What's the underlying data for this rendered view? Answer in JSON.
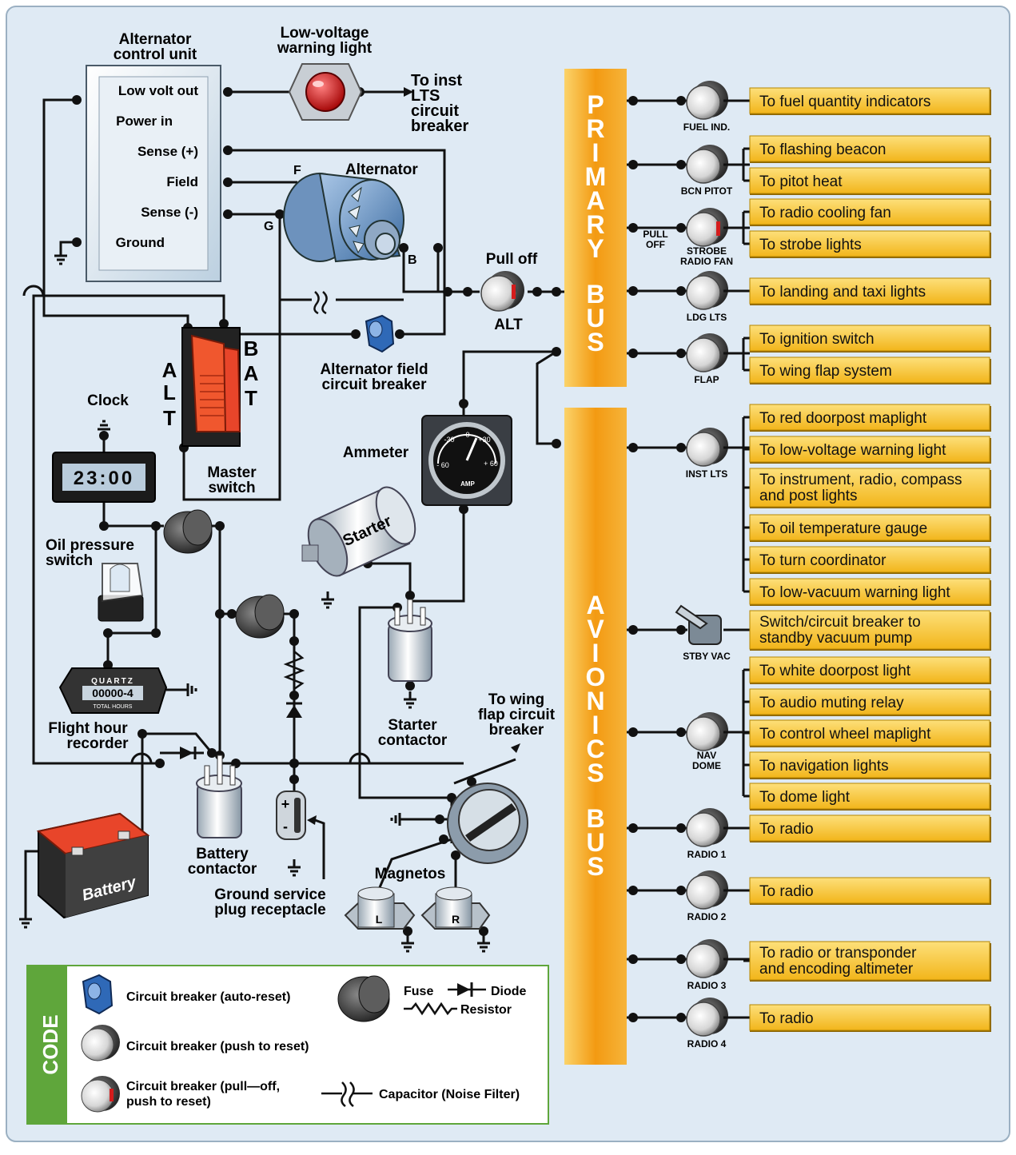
{
  "colors": {
    "background": "#dfeaf4",
    "bus_orange": "#f7a21c",
    "box_gold": "#f6c22c",
    "box_border": "#8a6400",
    "wire": "#111111",
    "code_green": "#5fa63b",
    "code_fill": "#ffffff",
    "light_red": "#d41c1c",
    "battery_red": "#e0391c"
  },
  "labels": {
    "acu_title_1": "Alternator",
    "acu_title_2": "control unit",
    "acu_low_volt": "Low volt out",
    "acu_power_in": "Power in",
    "acu_sense_pos": "Sense (+)",
    "acu_field": "Field",
    "acu_sense_neg": "Sense (-)",
    "acu_ground": "Ground",
    "lvwl_1": "Low-voltage",
    "lvwl_2": "warning light",
    "inst_1": "To inst",
    "inst_2": "LTS",
    "inst_3": "circuit",
    "inst_4": "breaker",
    "alternator": "Alternator",
    "alt_f": "F",
    "alt_g": "G",
    "alt_b": "B",
    "pull_off": "Pull off",
    "alt": "ALT",
    "afcb_1": "Alternator field",
    "afcb_2": "circuit breaker",
    "switch_alt_a": "A",
    "switch_alt_l": "L",
    "switch_alt_t": "T",
    "switch_bat_b": "B",
    "switch_bat_a": "A",
    "switch_bat_t": "T",
    "master_1": "Master",
    "master_2": "switch",
    "clock": "Clock",
    "clock_display": "23:00",
    "ammeter": "Ammeter",
    "amp": "AMP",
    "amm_n30": "-30",
    "amm_0": "0",
    "amm_p30": "+30",
    "amm_n60": "- 60",
    "amm_p60": "+ 60",
    "oil_1": "Oil pressure",
    "oil_2": "switch",
    "starter": "Starter",
    "starter_c_1": "Starter",
    "starter_c_2": "contactor",
    "quartz": "QUARTZ",
    "hour_display": "00000-4",
    "total_hours": "TOTAL HOURS",
    "fhr_1": "Flight hour",
    "fhr_2": "recorder",
    "wing_1": "To wing",
    "wing_2": "flap circuit",
    "wing_3": "breaker",
    "battery": "Battery",
    "batc_1": "Battery",
    "batc_2": "contactor",
    "gspr_1": "Ground service",
    "gspr_2": "plug receptacle",
    "magnetos": "Magnetos",
    "mag_l": "L",
    "mag_r": "R",
    "plus": "+",
    "minus": "-",
    "primary_bus": "PRIMARY BUS",
    "avionics_bus": "AVIONICS BUS"
  },
  "breakers": [
    {
      "id": "fuel-ind",
      "label": "FUEL IND."
    },
    {
      "id": "bcn-pitot",
      "label": "BCN PITOT"
    },
    {
      "id": "strobe",
      "label_1": "STROBE",
      "label_2": "RADIO FAN",
      "pull_1": "PULL",
      "pull_2": "OFF"
    },
    {
      "id": "ldg-lts",
      "label": "LDG LTS"
    },
    {
      "id": "flap",
      "label": "FLAP"
    },
    {
      "id": "inst-lts",
      "label": "INST LTS"
    },
    {
      "id": "stby-vac",
      "label": "STBY VAC"
    },
    {
      "id": "nav-dome",
      "label_1": "NAV",
      "label_2": "DOME"
    },
    {
      "id": "radio1",
      "label": "RADIO 1"
    },
    {
      "id": "radio2",
      "label": "RADIO 2"
    },
    {
      "id": "radio3",
      "label": "RADIO 3"
    },
    {
      "id": "radio4",
      "label": "RADIO 4"
    }
  ],
  "destinations": [
    {
      "text": "To fuel quantity indicators"
    },
    {
      "text": "To flashing beacon"
    },
    {
      "text": "To pitot heat"
    },
    {
      "text": "To radio cooling fan"
    },
    {
      "text": "To strobe lights"
    },
    {
      "text": "To landing and taxi lights"
    },
    {
      "text": "To ignition switch"
    },
    {
      "text": "To wing flap system"
    },
    {
      "text": "To red doorpost maplight"
    },
    {
      "text": "To low-voltage warning light"
    },
    {
      "text": "To instrument, radio, compass",
      "text_2": "and post lights"
    },
    {
      "text": "To oil temperature gauge"
    },
    {
      "text": "To turn coordinator"
    },
    {
      "text": "To low-vacuum warning light"
    },
    {
      "text": "Switch/circuit breaker to",
      "text_2": "standby vacuum pump"
    },
    {
      "text": "To white doorpost light"
    },
    {
      "text": "To audio muting relay"
    },
    {
      "text": "To control wheel maplight"
    },
    {
      "text": "To navigation lights"
    },
    {
      "text": "To dome light"
    },
    {
      "text": "To radio"
    },
    {
      "text": "To radio"
    },
    {
      "text": "To radio or transponder",
      "text_2": "and encoding altimeter"
    },
    {
      "text": "To radio"
    }
  ],
  "code": {
    "title": "CODE",
    "cb_auto": "Circuit breaker (auto-reset)",
    "cb_push": "Circuit breaker (push to reset)",
    "cb_pull_1": "Circuit breaker (pull—off,",
    "cb_pull_2": "push to reset)",
    "fuse": "Fuse",
    "diode": "Diode",
    "resistor": "Resistor",
    "capacitor": "Capacitor (Noise Filter)"
  }
}
